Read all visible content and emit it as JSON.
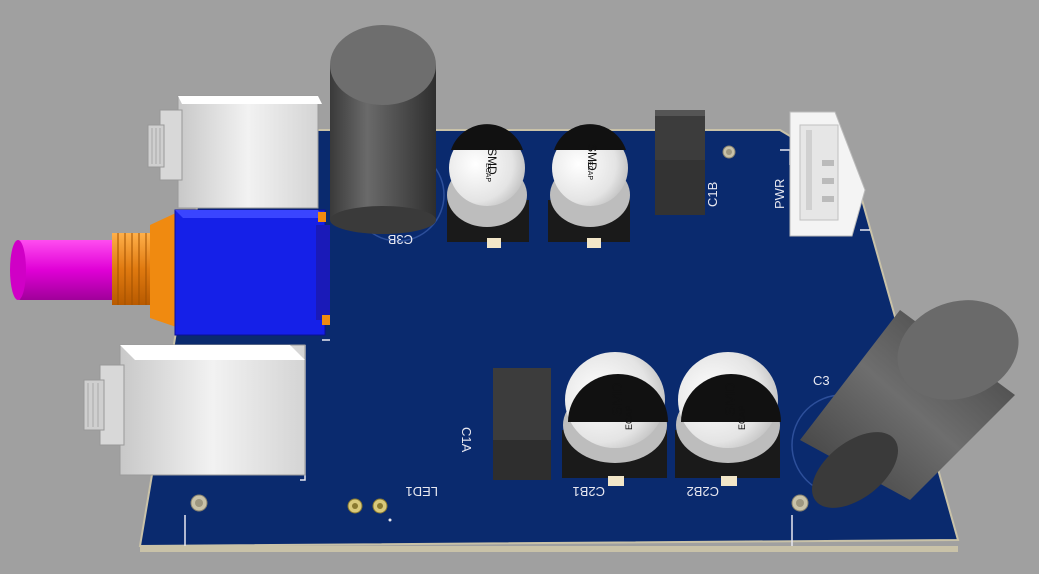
{
  "viewport": {
    "background": "#a0a0a0",
    "board_color": "#0a2a6e",
    "board_edge_color": "#c9c2a8"
  },
  "silkscreen": {
    "c3b": "C3B",
    "c1b": "C1B",
    "pwr": "PWR",
    "c1a": "C1A",
    "led1": "LED1",
    "c2b1": "C2B1",
    "c2b2": "C2B2",
    "c3": "C3"
  },
  "smd_caps": [
    {
      "line1": "SMD",
      "line2": "ECAP"
    },
    {
      "line1": "SMD",
      "line2": "ECAP"
    },
    {
      "line1": "SMD",
      "line2": "ECAP"
    },
    {
      "line1": "SMD",
      "line2": "ECAP"
    }
  ],
  "icons": [
    "jack-connector-icon",
    "potentiometer-icon",
    "power-header-icon",
    "led-icon",
    "capacitor-icon"
  ]
}
